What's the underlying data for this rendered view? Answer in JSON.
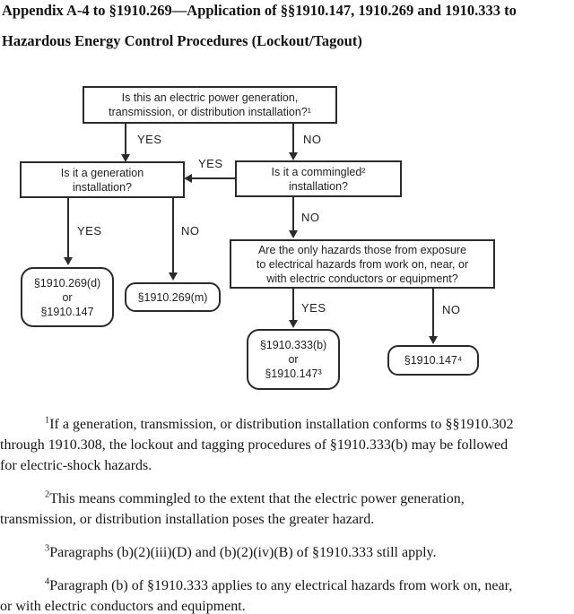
{
  "title": {
    "line1": "Appendix A-4 to §1910.269—Application of §§1910.147, 1910.269 and 1910.333 to",
    "line2": "Hazardous Energy Control Procedures (Lockout/Tagout)"
  },
  "flowchart": {
    "labels": {
      "yes": "YES",
      "no": "NO"
    },
    "boxes": {
      "q_installation": {
        "line1": "Is this an electric power generation,",
        "line2": "transmission, or distribution installation?¹"
      },
      "q_generation": {
        "line1": "Is it a generation",
        "line2": "installation?"
      },
      "q_commingled": {
        "line1": "Is it a commingled²",
        "line2": "installation?"
      },
      "q_hazards": {
        "line1": "Are the only hazards those from exposure",
        "line2": "to electrical hazards from work on, near, or",
        "line3": "with electric conductors or equipment?"
      },
      "r_269d": {
        "line1": "§1910.269(d)",
        "line2": "or",
        "line3": "§1910.147"
      },
      "r_269m": {
        "line1": "§1910.269(m)"
      },
      "r_333b": {
        "line1": "§1910.333(b)",
        "line2": "or",
        "line3": "§1910.147³"
      },
      "r_147": {
        "line1": "§1910.147⁴"
      }
    }
  },
  "footnotes": [
    {
      "marker": "1",
      "lines": [
        "If a generation, transmission, or distribution installation conforms to §§1910.302",
        "through 1910.308, the lockout and tagging procedures of §1910.333(b) may be followed",
        "for electric-shock hazards."
      ]
    },
    {
      "marker": "2",
      "lines": [
        "This means commingled to the extent that the electric power generation,",
        "transmission, or distribution installation poses the greater hazard."
      ]
    },
    {
      "marker": "3",
      "lines": [
        "Paragraphs (b)(2)(iii)(D) and (b)(2)(iv)(B) of §1910.333 still apply."
      ]
    },
    {
      "marker": "4",
      "lines": [
        "Paragraph (b) of §1910.333 applies to any electrical hazards from work on, near,",
        "or with electric conductors and equipment."
      ]
    }
  ]
}
